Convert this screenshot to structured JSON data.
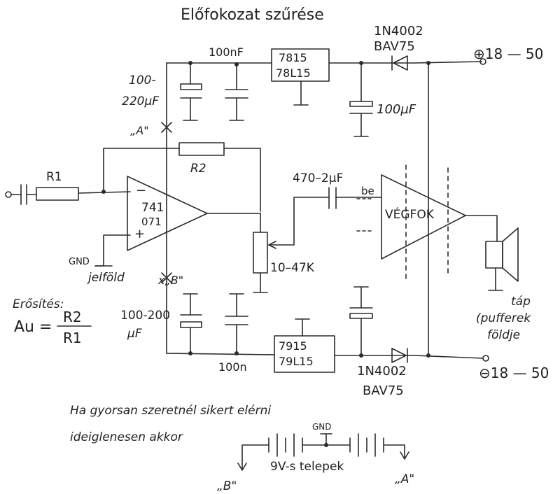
{
  "title": "Előfokozat szűrése",
  "labels": {
    "cap_100nF_top": "100nF",
    "reg_pos_1": "7815",
    "reg_pos_2": "78L15",
    "diode_top_1": "1N4002",
    "diode_top_2": "BAV75",
    "supply_pos": "⊕18 — 50",
    "cap_100_220_1": "100-",
    "cap_100_220_2": "220µF",
    "point_a": "„A\"",
    "cap_100uF": "100µF",
    "r1": "R1",
    "r2": "R2",
    "opamp_1": "741",
    "opamp_2": "071",
    "opamp_minus": "−",
    "opamp_plus": "+",
    "cap_470": "470–2µF",
    "be": "be",
    "amp": "VÉGFOK",
    "gnd": "GND",
    "jelfold": "jelföld",
    "point_b": "x„B\"",
    "pot": "10–47K",
    "gain_1": "Erősítés:",
    "gain_au": "Au =",
    "gain_num": "R2",
    "gain_den": "R1",
    "cap_100_200_1": "100-200",
    "cap_100_200_2": "µF",
    "cap_100n_bot": "100n",
    "reg_neg_1": "7915",
    "reg_neg_2": "79L15",
    "diode_bot_1": "1N4002",
    "diode_bot_2": "BAV75",
    "supply_neg": "⊖18 — 50",
    "tap_1": "táp",
    "tap_2": "(pufferek",
    "tap_3": "földje",
    "note_1": "Ha gyorsan szeretnél sikert elérni",
    "note_2": "ideiglenesen akkor",
    "batt_gnd": "GND",
    "batteries": "9V-s telepek",
    "batt_b": "„B\"",
    "batt_a": "„A\""
  }
}
